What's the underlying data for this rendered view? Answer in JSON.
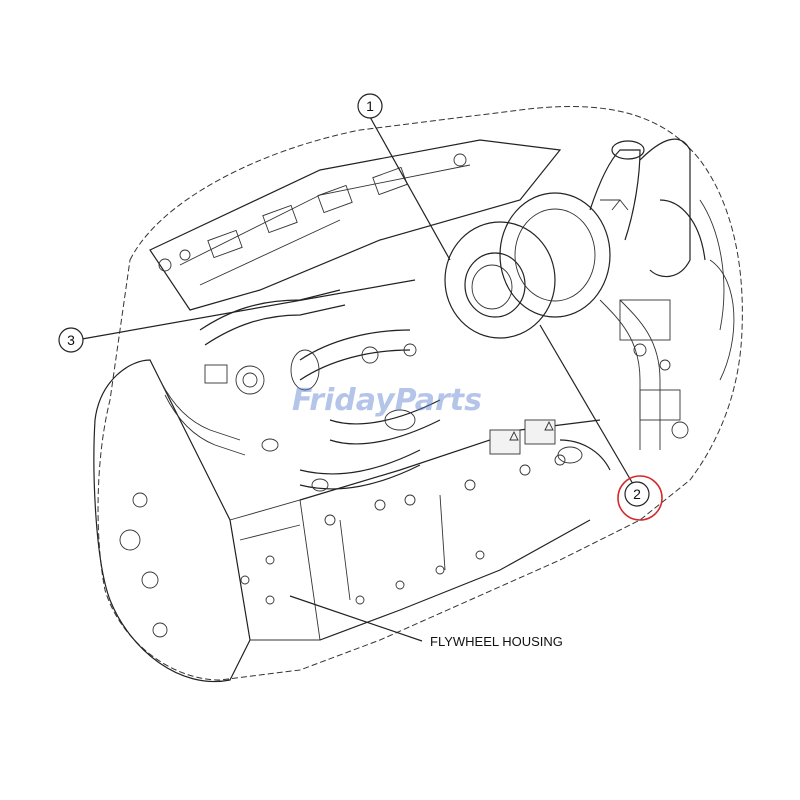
{
  "callouts": [
    {
      "number": "1"
    },
    {
      "number": "2",
      "highlight": true
    },
    {
      "number": "3"
    }
  ],
  "labels": {
    "flywheel_housing": "FLYWHEEL HOUSING"
  },
  "watermark": {
    "text": "FridayParts"
  },
  "colors": {
    "line": "#222222",
    "highlight_circle": "#d42a2a",
    "watermark": "#5b7fd0"
  }
}
